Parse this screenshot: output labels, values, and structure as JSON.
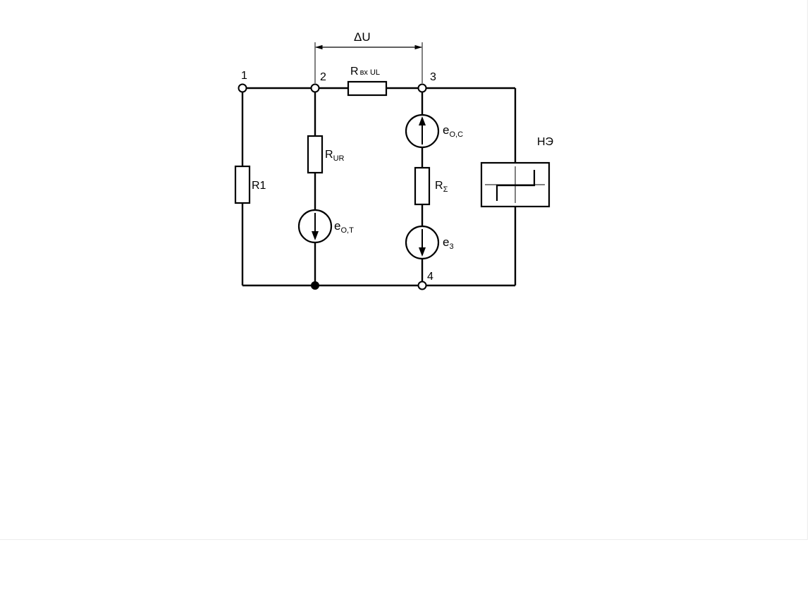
{
  "diagram": {
    "nodes": {
      "n1": "1",
      "n2": "2",
      "n3": "3",
      "n4": "4"
    },
    "delta_u": "ΔU",
    "r_bx_main": "R",
    "r_bx_sub": "вх UL",
    "r_ur_main": "R",
    "r_ur_sub": "UR",
    "r1": "R1",
    "r_sigma_main": "R",
    "r_sigma_sub": "Σ",
    "e_oc_main": "e",
    "e_oc_sub": "O,C",
    "e_ot_main": "e",
    "e_ot_sub": "O,T",
    "e3_main": "e",
    "e3_sub": "3",
    "ne": "НЭ"
  }
}
